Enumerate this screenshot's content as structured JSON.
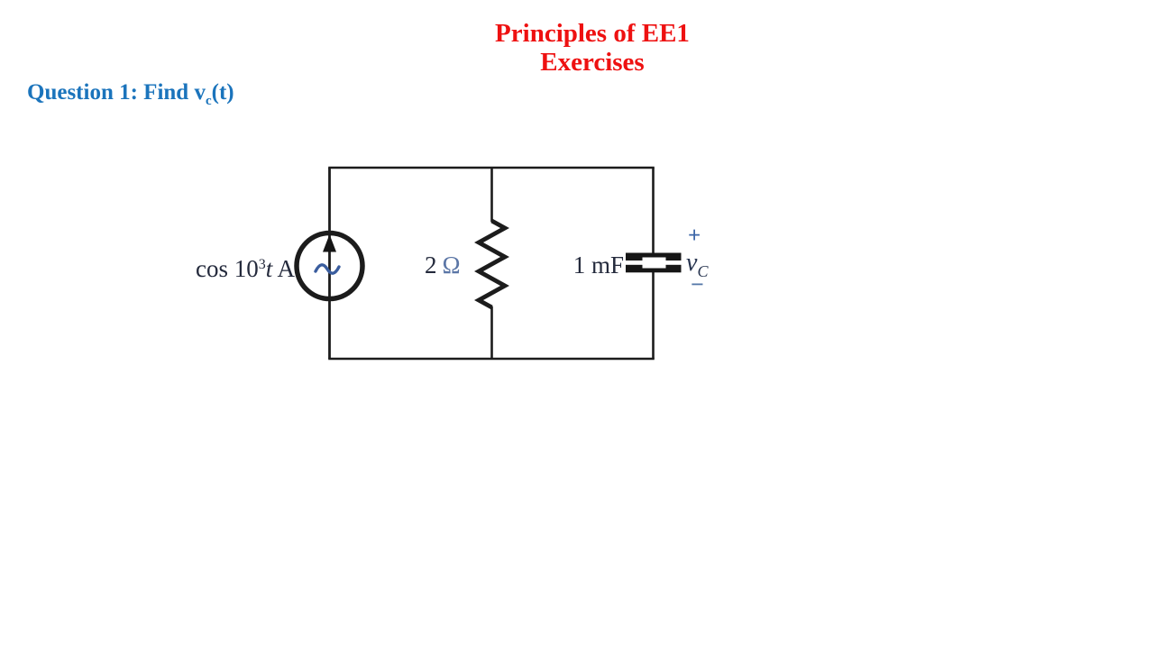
{
  "page": {
    "title_line1": "Principles of EE1",
    "title_line2": "Exercises"
  },
  "question": {
    "text_before_sub": "Question 1: Find v",
    "subscript": "c",
    "text_after_sub": "(t)"
  },
  "circuit": {
    "source_label": {
      "prefix": "cos 10",
      "superscript": "3",
      "variable": "t",
      "suffix": " A"
    },
    "resistor_label": {
      "value": "2",
      "unit": "Ω"
    },
    "capacitor_label": "1 mF",
    "voltage": {
      "plus": "+",
      "variable": "v",
      "subscript": "C",
      "minus": "−"
    }
  },
  "colors": {
    "title_red": "#ee1111",
    "question_blue": "#1b74bc",
    "label_dark": "#242a3c",
    "label_blue": "#3c66a8",
    "omega_blue": "#5b76a6",
    "voltage_navy": "#27344f",
    "sine_blue": "#3a5d9e",
    "wire_black": "#1c1c1c"
  }
}
